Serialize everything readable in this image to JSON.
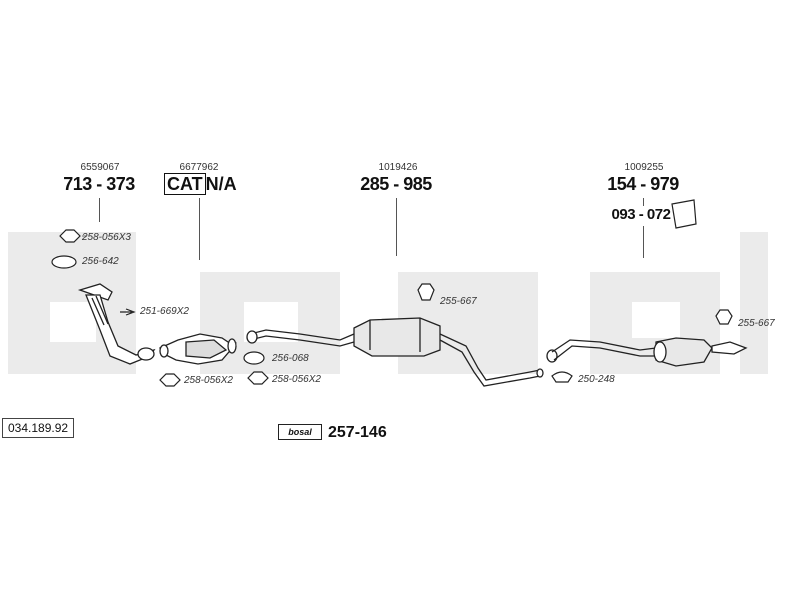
{
  "document_number": "034.189.92",
  "watermark_text": "bosal",
  "parts": [
    {
      "oem": "6559067",
      "number": "713 - 373"
    },
    {
      "oem": "6677962",
      "cat_box": "CAT",
      "cat_suffix": "N/A"
    },
    {
      "oem": "1019426",
      "number": "285 - 985"
    },
    {
      "oem": "1009255",
      "number": "154 - 979",
      "secondary": "093 - 072"
    }
  ],
  "accessories": {
    "nut_top": "258-056X3",
    "gasket_top": "256-642",
    "bolt": "251-669X2",
    "nut_left": "258-056X2",
    "gasket_mid": "256-068",
    "nut_mid": "258-056X2",
    "hanger_mid": "255-667",
    "clamp": "250-248",
    "hanger_rear": "255-667"
  },
  "kit": {
    "badge": "bosal",
    "number": "257-146"
  }
}
